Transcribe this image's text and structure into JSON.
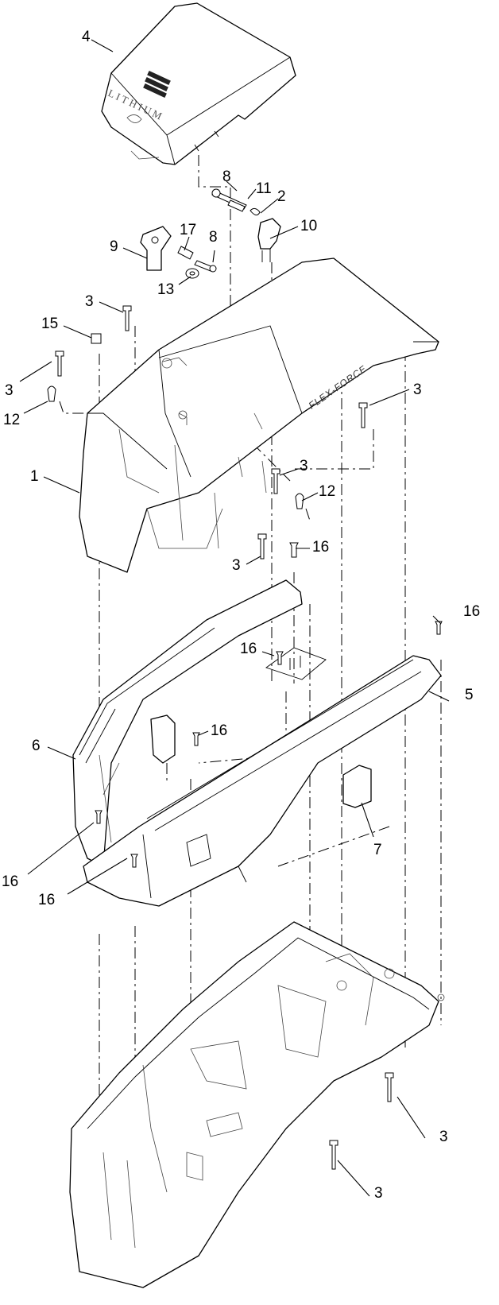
{
  "diagram": {
    "brand_text": "FLEX-FORCE",
    "logo_text": "LITHIUM",
    "callouts": [
      {
        "id": "c4",
        "text": "4"
      },
      {
        "id": "c8a",
        "text": "8"
      },
      {
        "id": "c11",
        "text": "11"
      },
      {
        "id": "c2",
        "text": "2"
      },
      {
        "id": "c10",
        "text": "10"
      },
      {
        "id": "c17",
        "text": "17"
      },
      {
        "id": "c8b",
        "text": "8"
      },
      {
        "id": "c9",
        "text": "9"
      },
      {
        "id": "c13",
        "text": "13"
      },
      {
        "id": "c3a",
        "text": "3"
      },
      {
        "id": "c15",
        "text": "15"
      },
      {
        "id": "c3b",
        "text": "3"
      },
      {
        "id": "c12a",
        "text": "12"
      },
      {
        "id": "c3c",
        "text": "3"
      },
      {
        "id": "c1",
        "text": "1"
      },
      {
        "id": "c3d",
        "text": "3"
      },
      {
        "id": "c12b",
        "text": "12"
      },
      {
        "id": "c16a",
        "text": "16"
      },
      {
        "id": "c3e",
        "text": "3"
      },
      {
        "id": "c16b",
        "text": "16"
      },
      {
        "id": "c16c",
        "text": "16"
      },
      {
        "id": "c5",
        "text": "5"
      },
      {
        "id": "c6",
        "text": "6"
      },
      {
        "id": "c16d",
        "text": "16"
      },
      {
        "id": "c7",
        "text": "7"
      },
      {
        "id": "c16e",
        "text": "16"
      },
      {
        "id": "c16f",
        "text": "16"
      },
      {
        "id": "c3f",
        "text": "3"
      },
      {
        "id": "c3g",
        "text": "3"
      }
    ]
  }
}
